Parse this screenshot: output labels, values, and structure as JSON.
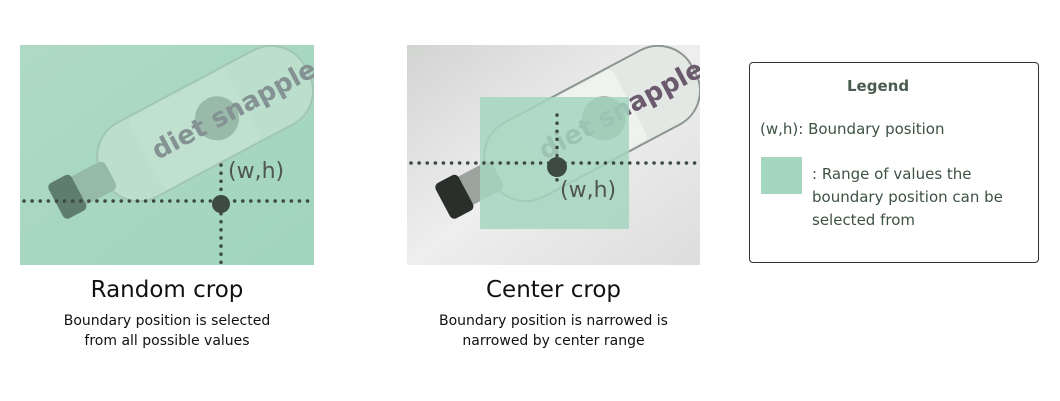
{
  "colors": {
    "range_fill": "#a4d6c0",
    "dot_line": "#3c4a41",
    "legend_text": "#3e5244"
  },
  "random_crop": {
    "title": "Random crop",
    "subtitle_line1": "Boundary position is selected",
    "subtitle_line2": "from all possible values",
    "point_label": "(w,h)"
  },
  "center_crop": {
    "title": "Center crop",
    "subtitle_line1": "Boundary position is narrowed is",
    "subtitle_line2": "narrowed by center range",
    "point_label": "(w,h)"
  },
  "legend": {
    "title": "Legend",
    "coord_text": "(w,h): Boundary position",
    "range_text": ": Range of values the boundary position can be selected from"
  },
  "bottle_label_text": "diet snapple"
}
